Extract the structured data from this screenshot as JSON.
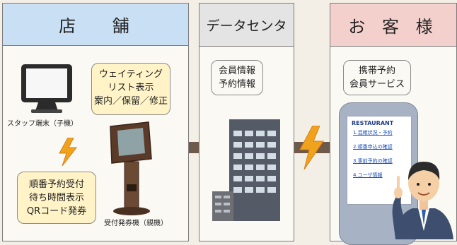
{
  "store": {
    "title": "店 舗",
    "bubble_waiting": {
      "line1": "ウェイティング",
      "line2": "リスト表示",
      "line3": "案内／保留／修正"
    },
    "staff_terminal_label": "スタッフ端末（子機）",
    "bubble_order": {
      "line1": "順番予約受付",
      "line2": "待ち時間表示",
      "line3": "QRコード発券"
    },
    "kiosk_label": "受付発券機（親機）"
  },
  "datacenter": {
    "title": "データセンタ",
    "bubble": {
      "line1": "会員情報",
      "line2": "予約情報"
    }
  },
  "customer": {
    "title": "お 客 様",
    "bubble": {
      "line1": "携帯予約",
      "line2": "会員サービス"
    },
    "phone": {
      "header": "RESTAURANT",
      "menu": [
        "1.混雑状況・予約",
        "2.順番申込の確認",
        "3.事前予約の確認",
        "4.ユーザ情報"
      ]
    }
  },
  "colors": {
    "store_header": "#c9dff3",
    "datacenter_header": "#e4e4e4",
    "customer_header": "#f3d0cc",
    "connector": "#6e5a4a",
    "lightning": "#f1a21d"
  }
}
